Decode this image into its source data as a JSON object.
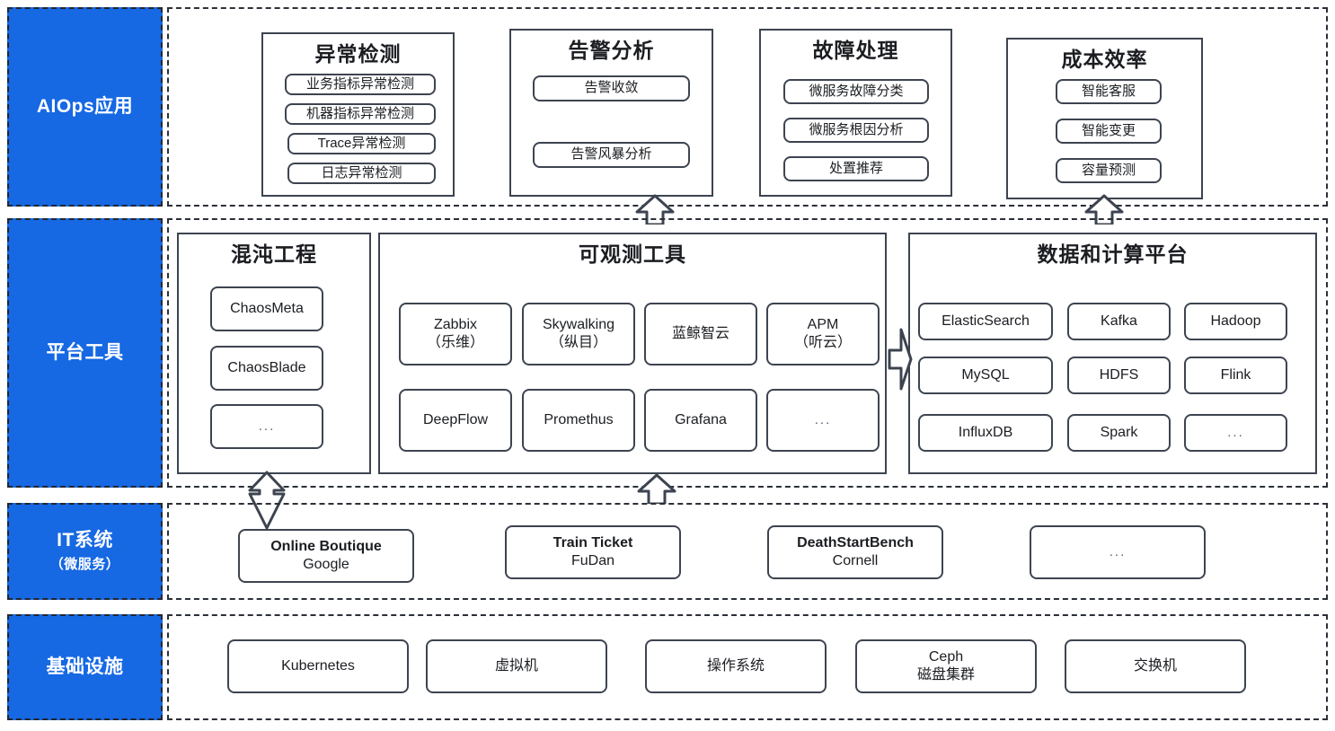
{
  "rows": [
    {
      "key": "aiops",
      "label": "AIOps应用",
      "sublabel": "",
      "groups": [
        {
          "title": "异常检测",
          "items": [
            "业务指标异常检测",
            "机器指标异常检测",
            "Trace异常检测",
            "日志异常检测"
          ]
        },
        {
          "title": "告警分析",
          "items": [
            "告警收敛",
            "告警风暴分析"
          ]
        },
        {
          "title": "故障处理",
          "items": [
            "微服务故障分类",
            "微服务根因分析",
            "处置推荐"
          ]
        },
        {
          "title": "成本效率",
          "items": [
            "智能客服",
            "智能变更",
            "容量预测"
          ]
        }
      ]
    },
    {
      "key": "platform",
      "label": "平台工具",
      "sublabel": "",
      "groups": [
        {
          "title": "混沌工程",
          "items": [
            "ChaosMeta",
            "ChaosBlade",
            "..."
          ]
        },
        {
          "title": "可观测工具",
          "items": [
            {
              "line1": "Zabbix",
              "line2": "（乐维）"
            },
            {
              "line1": "Skywalking",
              "line2": "（纵目）"
            },
            {
              "line1": "蓝鲸智云",
              "line2": ""
            },
            {
              "line1": "APM",
              "line2": "（听云）"
            },
            {
              "line1": "DeepFlow",
              "line2": ""
            },
            {
              "line1": "Promethus",
              "line2": ""
            },
            {
              "line1": "Grafana",
              "line2": ""
            },
            {
              "line1": "...",
              "line2": ""
            }
          ]
        },
        {
          "title": "数据和计算平台",
          "items": [
            "ElasticSearch",
            "Kafka",
            "Hadoop",
            "MySQL",
            "HDFS",
            "Flink",
            "InfluxDB",
            "Spark",
            "..."
          ]
        }
      ]
    },
    {
      "key": "itsystem",
      "label": "IT系统",
      "sublabel": "（微服务）",
      "items": [
        {
          "line1": "Online Boutique",
          "line2": "Google"
        },
        {
          "line1": "Train Ticket",
          "line2": "FuDan"
        },
        {
          "line1": "DeathStartBench",
          "line2": "Cornell"
        },
        {
          "line1": "...",
          "line2": ""
        }
      ]
    },
    {
      "key": "infra",
      "label": "基础设施",
      "sublabel": "",
      "items": [
        {
          "line1": "Kubernetes",
          "line2": ""
        },
        {
          "line1": "虚拟机",
          "line2": ""
        },
        {
          "line1": "操作系统",
          "line2": ""
        },
        {
          "line1": "Ceph",
          "line2": "磁盘集群"
        },
        {
          "line1": "交换机",
          "line2": ""
        }
      ]
    }
  ],
  "colors": {
    "label_blue": "#1668e3",
    "border_dark": "#3d4450",
    "dash_dark": "#2b2f38",
    "text": "#1b1d21"
  },
  "arrows": {
    "anomaly_up": "arrow-up",
    "alert_up": "arrow-up",
    "cost_up": "arrow-up",
    "observability_up": "arrow-up",
    "chaos_bidirectional": "arrow-up-down",
    "observability_to_data": "arrow-right"
  }
}
